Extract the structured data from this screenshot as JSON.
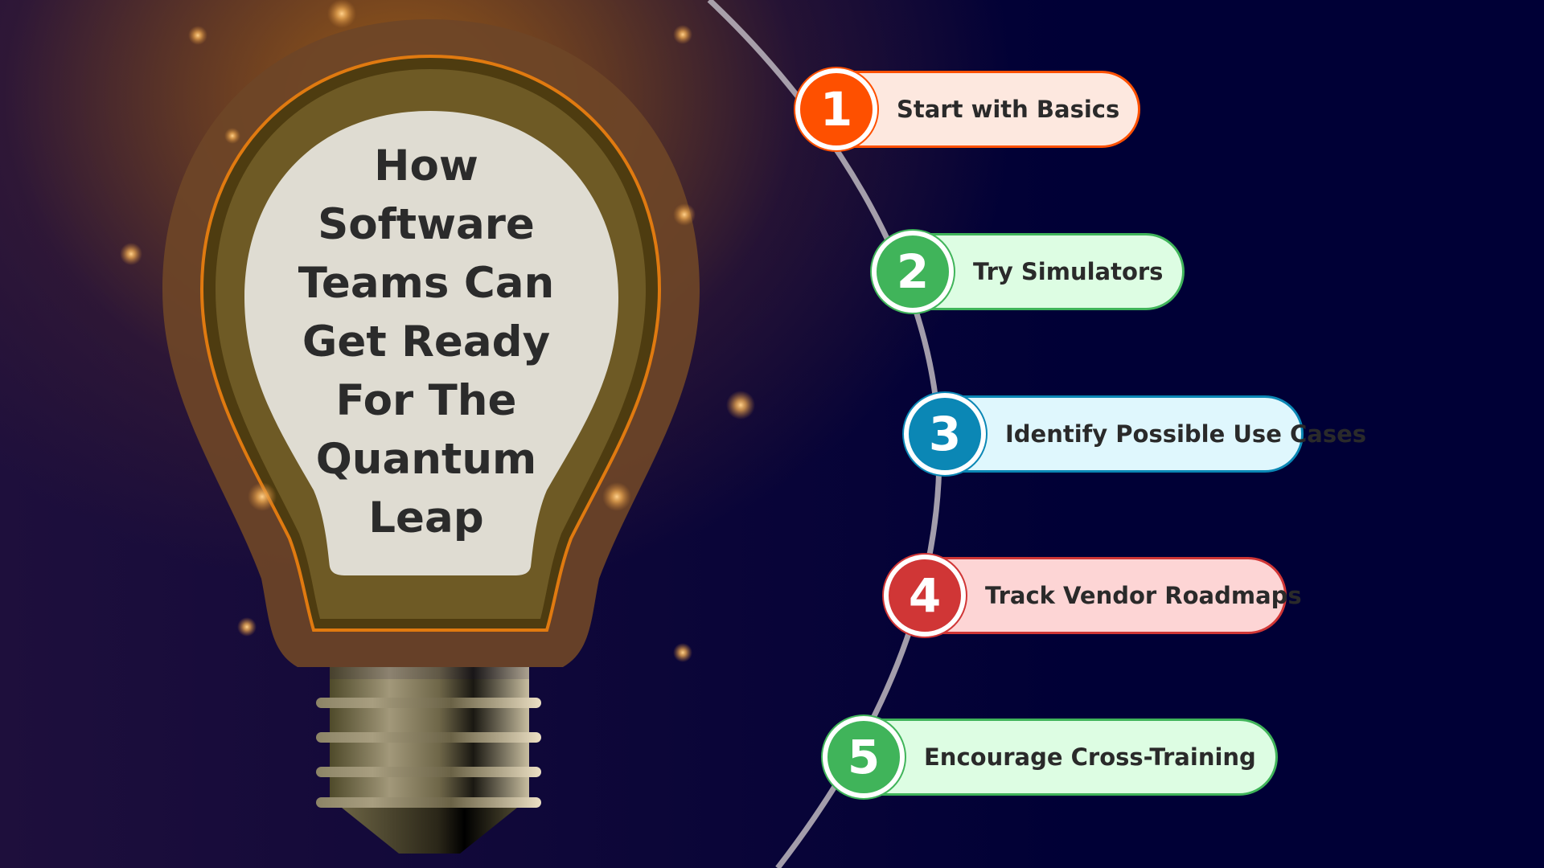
{
  "title": {
    "lines": [
      "How",
      "Software",
      "Teams Can",
      "Get Ready",
      "For The",
      "Quantum",
      "Leap"
    ]
  },
  "steps": [
    {
      "number": "1",
      "label": "Start with Basics",
      "accent": "#fe5000",
      "fill": "#fde8df"
    },
    {
      "number": "2",
      "label": "Try Simulators",
      "accent": "#40b45a",
      "fill": "#ddfde3"
    },
    {
      "number": "3",
      "label": "Identify Possible Use Cases",
      "accent": "#0b87b5",
      "fill": "#dff7fd"
    },
    {
      "number": "4",
      "label": "Track Vendor Roadmaps",
      "accent": "#d03636",
      "fill": "#fdd5d5"
    },
    {
      "number": "5",
      "label": "Encourage Cross-Training",
      "accent": "#40b45a",
      "fill": "#ddfde3"
    }
  ],
  "colors": {
    "background": "#000036",
    "connector": "#b5aeb8",
    "bulb_glass": "#dfdcd2",
    "bulb_halo": "#6e4527",
    "bulb_rim": "#6e5a25",
    "title_text": "#2b2b2b"
  },
  "icons": {
    "illustration": "light-bulb-icon"
  }
}
